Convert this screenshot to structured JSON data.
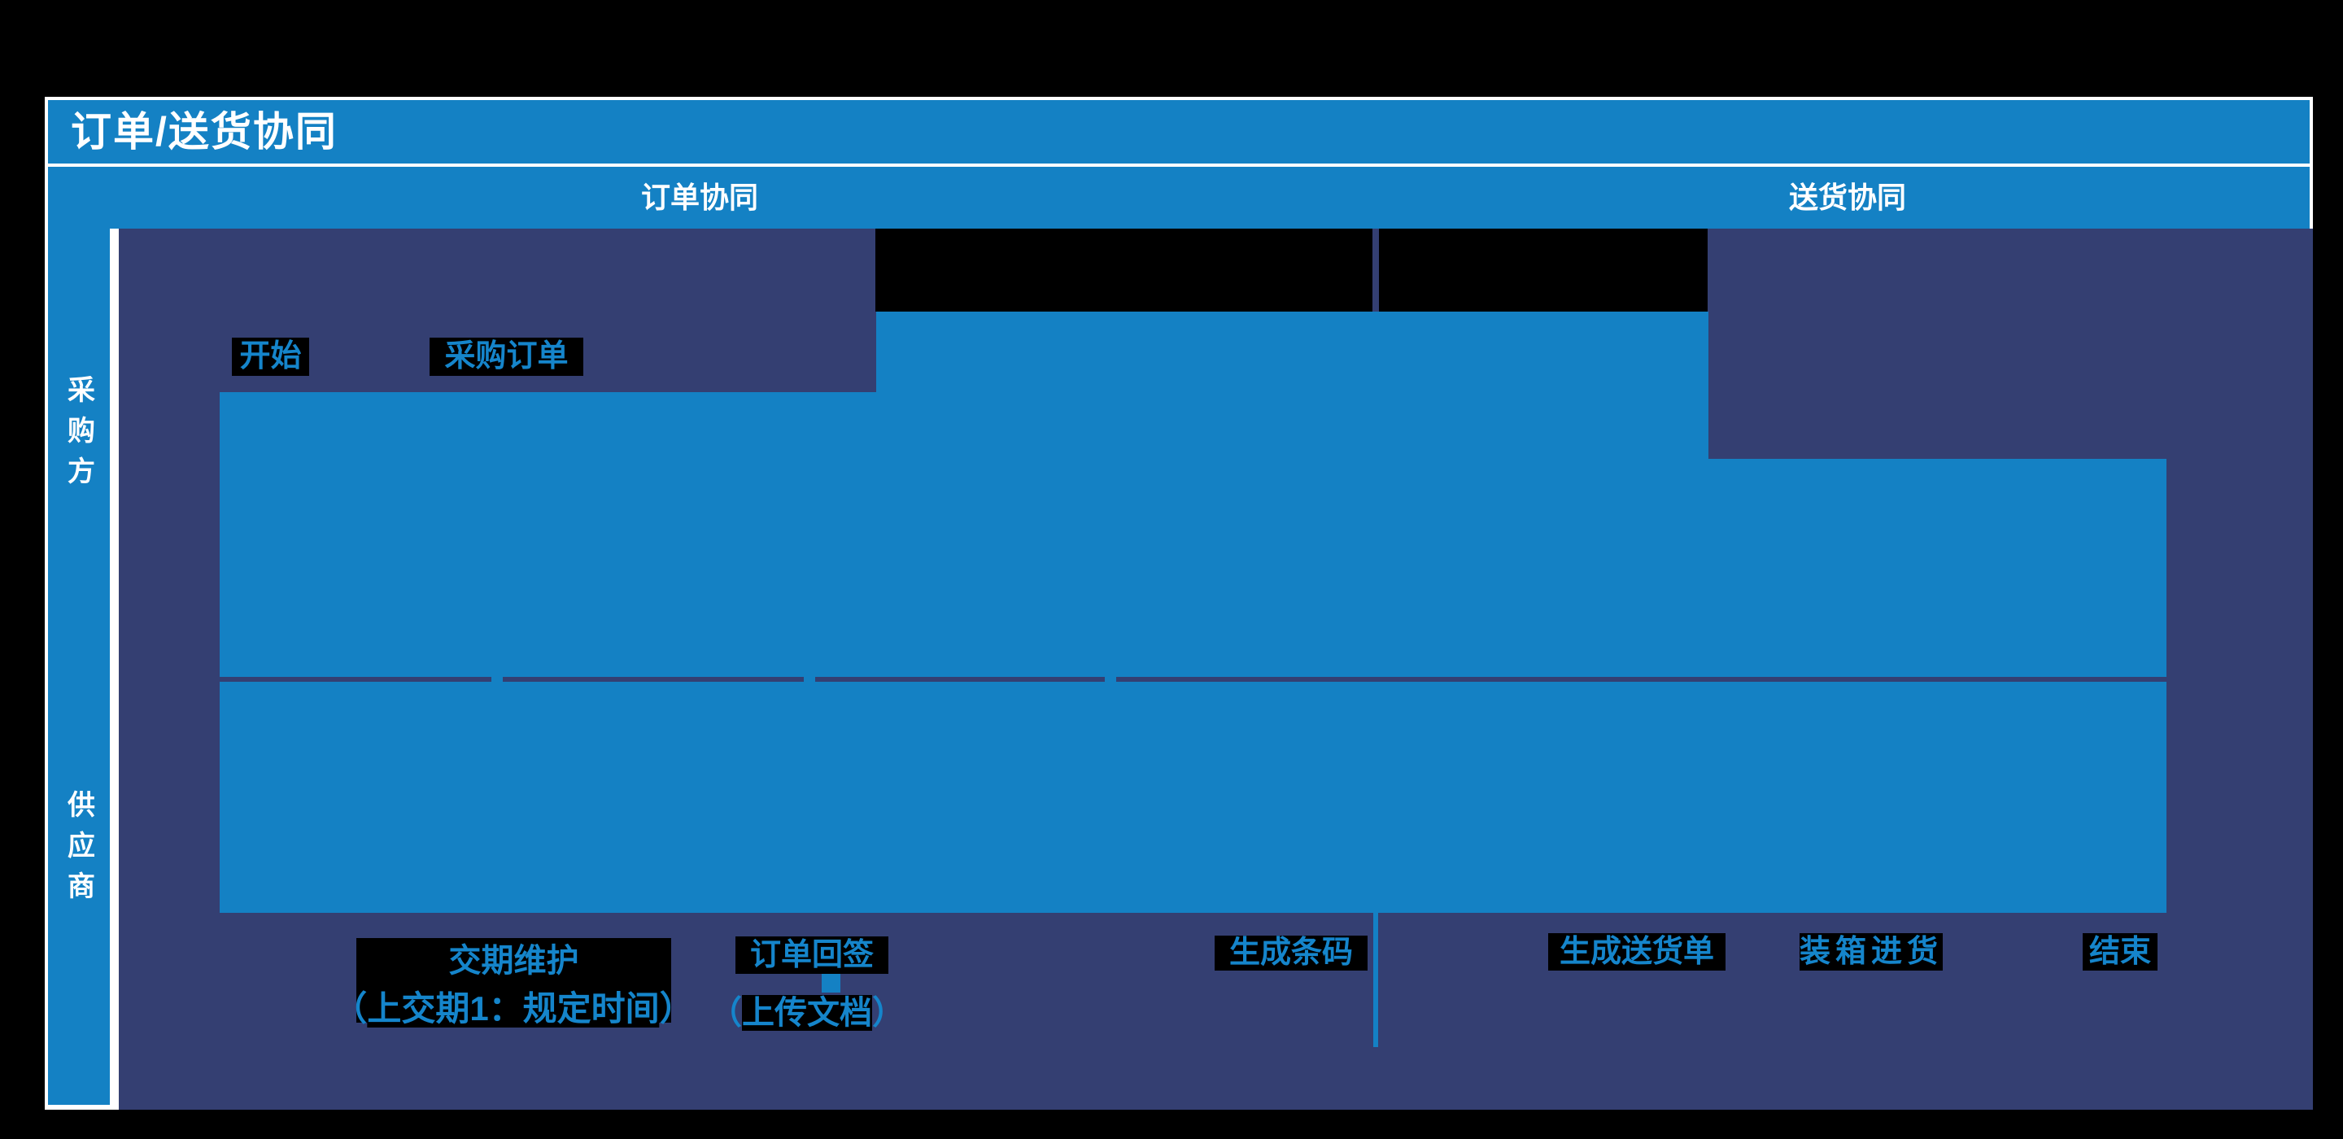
{
  "diagram": {
    "title": "订单/送货协同",
    "sections": [
      {
        "label": "订单协同"
      },
      {
        "label": "送货协同"
      }
    ],
    "lanes": [
      {
        "label": "采购方"
      },
      {
        "label": "供应商"
      }
    ],
    "nodes": {
      "start": {
        "label": "开始"
      },
      "purchase_order": {
        "label": "采购订单"
      },
      "delivery_maintenance": {
        "label": "交期维护",
        "note_open": "（",
        "note_inner": "上交期1：规定时间",
        "note_close": "）"
      },
      "order_signback": {
        "label": "订单回签",
        "note_open": "（",
        "note_inner": "上传文档",
        "note_close": "）"
      },
      "generate_barcode": {
        "label": "生成条码"
      },
      "generate_delivery_note": {
        "label": "生成送货单"
      },
      "packing_inbound": {
        "label": "装箱进货"
      },
      "end": {
        "label": "结束"
      }
    },
    "colors": {
      "accent_blue": "#1481c4",
      "lane_navy": "#343f72",
      "label_text_blue": "#1585cb",
      "frame_white": "#ffffff",
      "box_black": "#000000"
    }
  }
}
